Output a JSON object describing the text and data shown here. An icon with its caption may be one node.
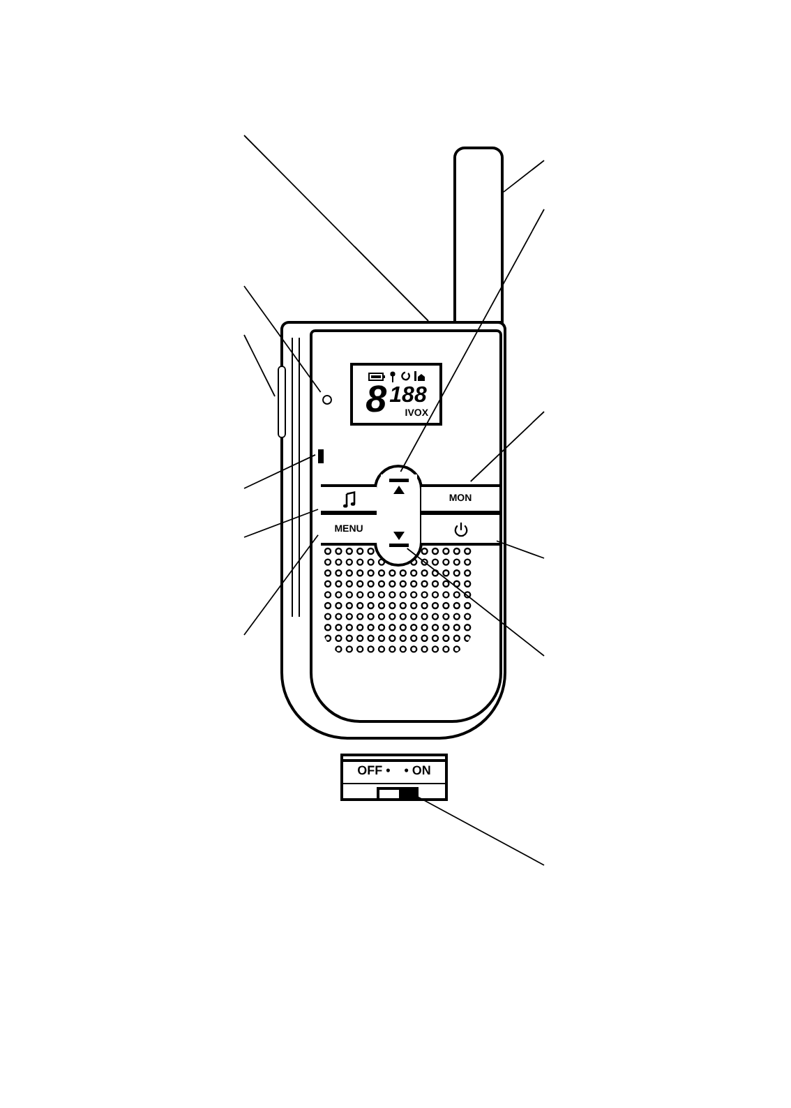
{
  "diagram": {
    "nodes": [
      {
        "text": [],
        "shape": "box"
      },
      {
        "text": [],
        "shape": "box"
      },
      {
        "text": [
          "8",
          "188",
          "IVOX"
        ],
        "in": 0
      },
      {
        "text": [],
        "shape": "circle",
        "in": 0
      },
      {
        "text": [],
        "shape": "box",
        "in": 0
      },
      {
        "text": [],
        "shape": "box",
        "in": 0
      },
      {
        "text": [],
        "shape": "box",
        "in": 0
      },
      {
        "text": [],
        "shape": "box",
        "in": 0
      },
      {
        "text": [
          "MON"
        ],
        "in": 0
      },
      {
        "text": [
          "MENU"
        ],
        "in": 0
      },
      {
        "text": [],
        "shape": "box",
        "in": 0
      },
      {
        "text": [],
        "shape": "box",
        "in": 0
      },
      {
        "text": [
          "OFF •",
          "• ON"
        ]
      },
      {
        "text": [],
        "shape": "box",
        "in": 12
      }
    ],
    "edges": [
      {
        "from": null,
        "to": 0,
        "arrow": "none"
      },
      {
        "from": null,
        "to": 1,
        "arrow": "none"
      },
      {
        "from": null,
        "to": 6,
        "arrow": "none"
      },
      {
        "from": null,
        "to": 3,
        "arrow": "none"
      },
      {
        "from": null,
        "to": 4,
        "arrow": "none"
      },
      {
        "from": null,
        "to": 5,
        "arrow": "none"
      },
      {
        "from": null,
        "to": 7,
        "arrow": "none"
      },
      {
        "from": null,
        "to": 9,
        "arrow": "none"
      },
      {
        "from": null,
        "to": 8,
        "arrow": "none"
      },
      {
        "from": null,
        "to": 10,
        "arrow": "none"
      },
      {
        "from": null,
        "to": 11,
        "arrow": "none"
      },
      {
        "from": null,
        "to": 13,
        "arrow": "none"
      }
    ]
  }
}
